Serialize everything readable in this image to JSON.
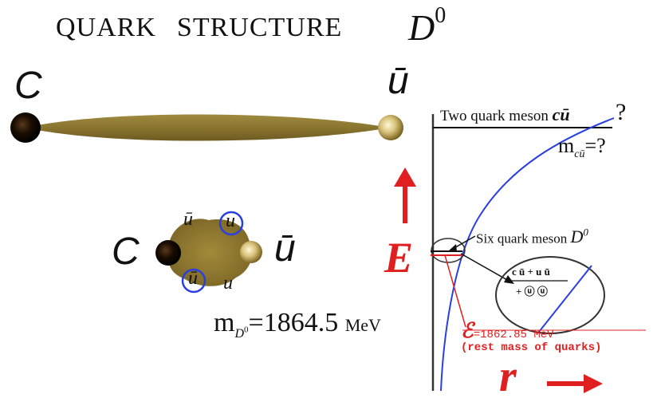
{
  "title": {
    "text": "QUARK",
    "text2": "STRUCTURE",
    "symbol": "D",
    "symbol_sup": "0"
  },
  "elongated_meson": {
    "left_quark": "C",
    "right_quark": "ū"
  },
  "compact_meson": {
    "left_quark": "C",
    "right_quark": "ū",
    "inner_top_left": "ū",
    "inner_top_right": "u",
    "inner_bottom_left": "ū",
    "inner_bottom_right": "u"
  },
  "mass": {
    "prefix": "m",
    "sub": "D",
    "sub_sup": "0",
    "value": "=1864.5",
    "unit": "MeV"
  },
  "graph": {
    "two_quark": {
      "label": "Two quark meson",
      "symbol": "cū",
      "question": "?"
    },
    "mass_question": {
      "prefix": "m",
      "sub": "cū",
      "suffix": "=?"
    },
    "six_quark": {
      "label": "Six quark meson",
      "symbol": "D",
      "symbol_sup": "0"
    },
    "energy_axis": "E",
    "radius_axis": "r",
    "epsilon": {
      "symbol": "ℰ",
      "value": "=1862.85 MeV"
    },
    "rest_mass": "(rest mass of quarks)",
    "inset": {
      "top": "c ū + u ū",
      "bottom": "+ ⓤ ⓤ"
    }
  },
  "colors": {
    "tube": "#8a7530",
    "red": "#e02020",
    "blue_curve": "#2a3fe0",
    "quark_dark": "#1a0f05"
  }
}
